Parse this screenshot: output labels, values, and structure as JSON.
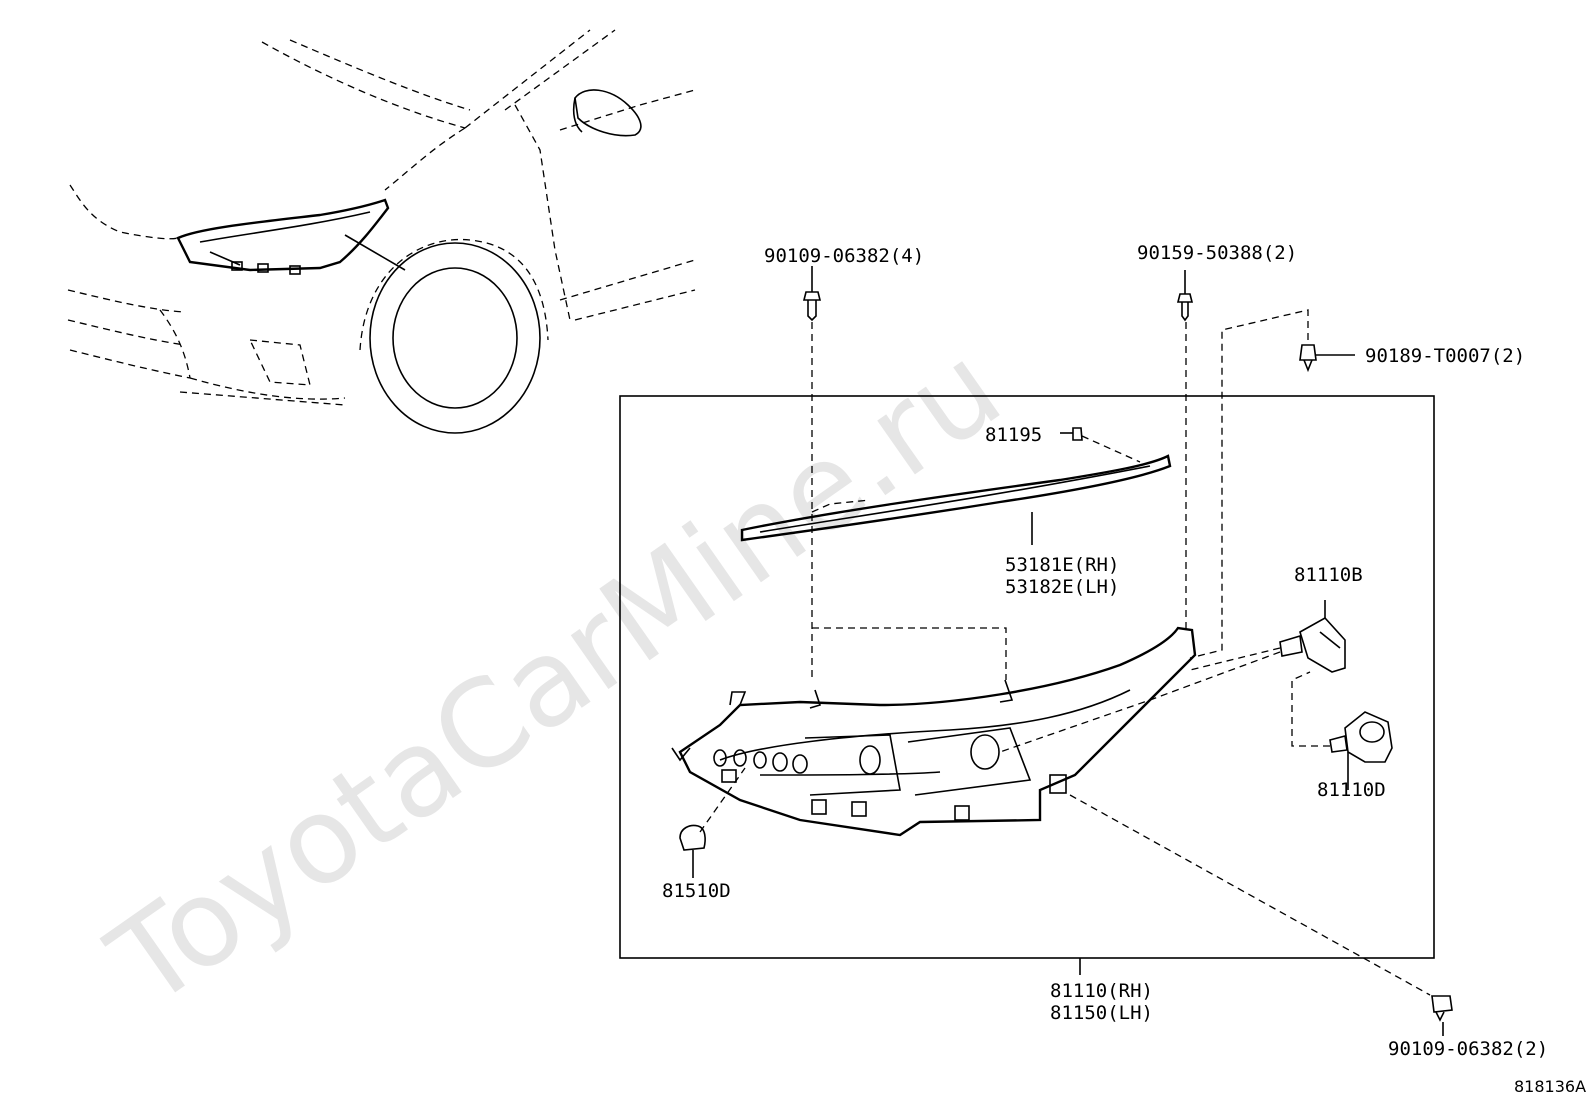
{
  "watermark": "ToyotaCarMine.ru",
  "diagram_id": "818136A",
  "parts": [
    {
      "key": "bolt_top",
      "label": "90109-06382(4)"
    },
    {
      "key": "screw_top",
      "label": "90159-50388(2)"
    },
    {
      "key": "clip",
      "label": "90189-T0007(2)"
    },
    {
      "key": "screw_small",
      "label": "81195"
    },
    {
      "key": "molding_rh",
      "label": "53181E(RH)"
    },
    {
      "key": "molding_lh",
      "label": "53182E(LH)"
    },
    {
      "key": "bulb_b",
      "label": "81110B"
    },
    {
      "key": "bulb_d",
      "label": "81110D"
    },
    {
      "key": "bulb_side",
      "label": "81510D"
    },
    {
      "key": "headlamp_rh",
      "label": "81110(RH)"
    },
    {
      "key": "headlamp_lh",
      "label": "81150(LH)"
    },
    {
      "key": "bolt_bottom",
      "label": "90109-06382(2)"
    }
  ]
}
